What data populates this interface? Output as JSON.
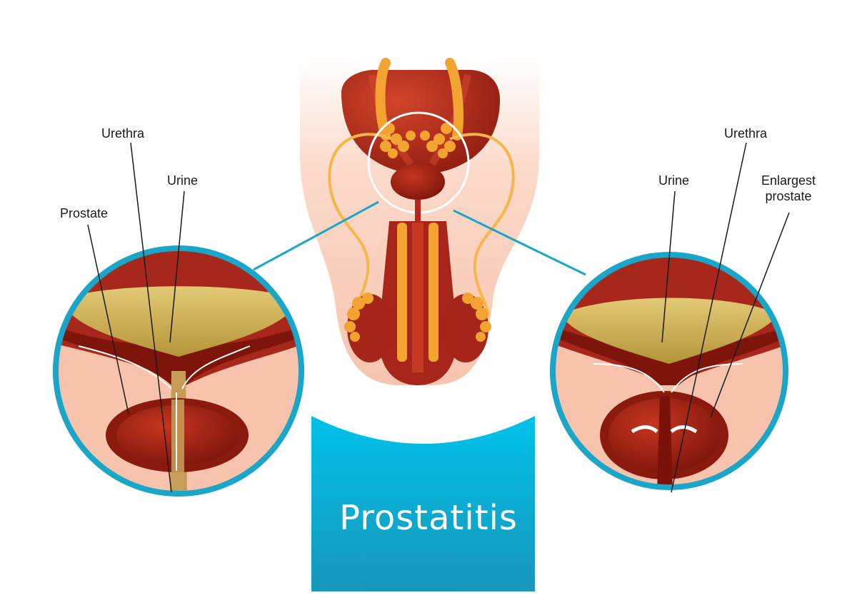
{
  "title": "Prostatitis",
  "colors": {
    "accent": "#1aa6c9",
    "accent_light": "#00c2ea",
    "tissue_dark": "#8e1a10",
    "tissue": "#c0301b",
    "urine": "#d7c25a",
    "gland": "#f3a330",
    "skin": "#f9c8b4"
  },
  "left_panel": {
    "labels": {
      "urethra": "Urethra",
      "urine": "Urine",
      "prostate": "Prostate"
    }
  },
  "right_panel": {
    "labels": {
      "urethra": "Urethra",
      "urine": "Urine",
      "enlarged_prostate": "Enlargest\nprostate"
    }
  }
}
